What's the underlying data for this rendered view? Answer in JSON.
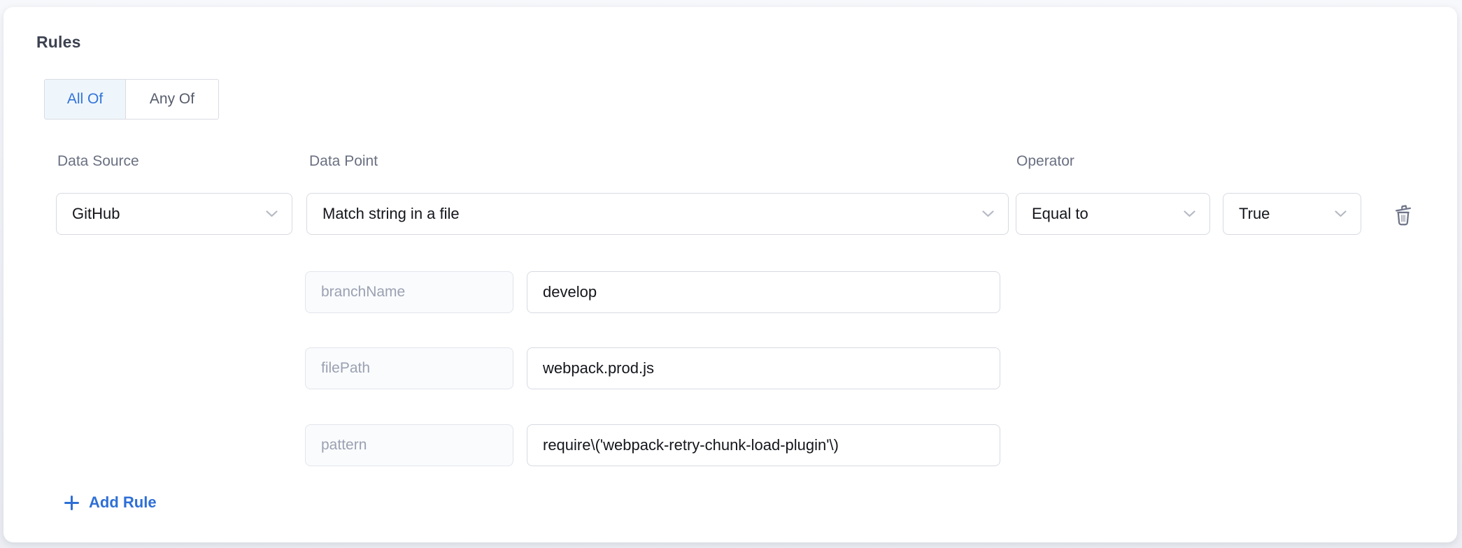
{
  "rules_section": {
    "title": "Rules",
    "match_toggle": {
      "options": [
        {
          "label": "All Of",
          "selected": true
        },
        {
          "label": "Any Of",
          "selected": false
        }
      ]
    },
    "rule": {
      "data_source": {
        "label": "Data Source",
        "value": "GitHub"
      },
      "data_point": {
        "label": "Data Point",
        "value": "Match string in a file"
      },
      "operator": {
        "label": "Operator",
        "value": "Equal to"
      },
      "expected_value": "True",
      "parameters": [
        {
          "key": "branchName",
          "value": "develop"
        },
        {
          "key": "filePath",
          "value": "webpack.prod.js"
        },
        {
          "key": "pattern",
          "value": "require\\('webpack-retry-chunk-load-plugin'\\)"
        }
      ]
    },
    "add_rule_label": "Add Rule"
  },
  "icons": {
    "chevron": "chevron-down-icon",
    "delete": "trash-icon",
    "add": "plus-icon"
  },
  "colors": {
    "accent_blue": "#2e6fd6",
    "selected_toggle_bg": "#eef6fc",
    "selected_toggle_text": "#3273d8",
    "control_border": "#d7dae1",
    "label_gray": "#6a7082",
    "key_box_bg": "#fafbfd",
    "key_text_gray": "#9ba1b2",
    "card_bg": "#ffffff",
    "page_bg": "#f2f3f7"
  }
}
